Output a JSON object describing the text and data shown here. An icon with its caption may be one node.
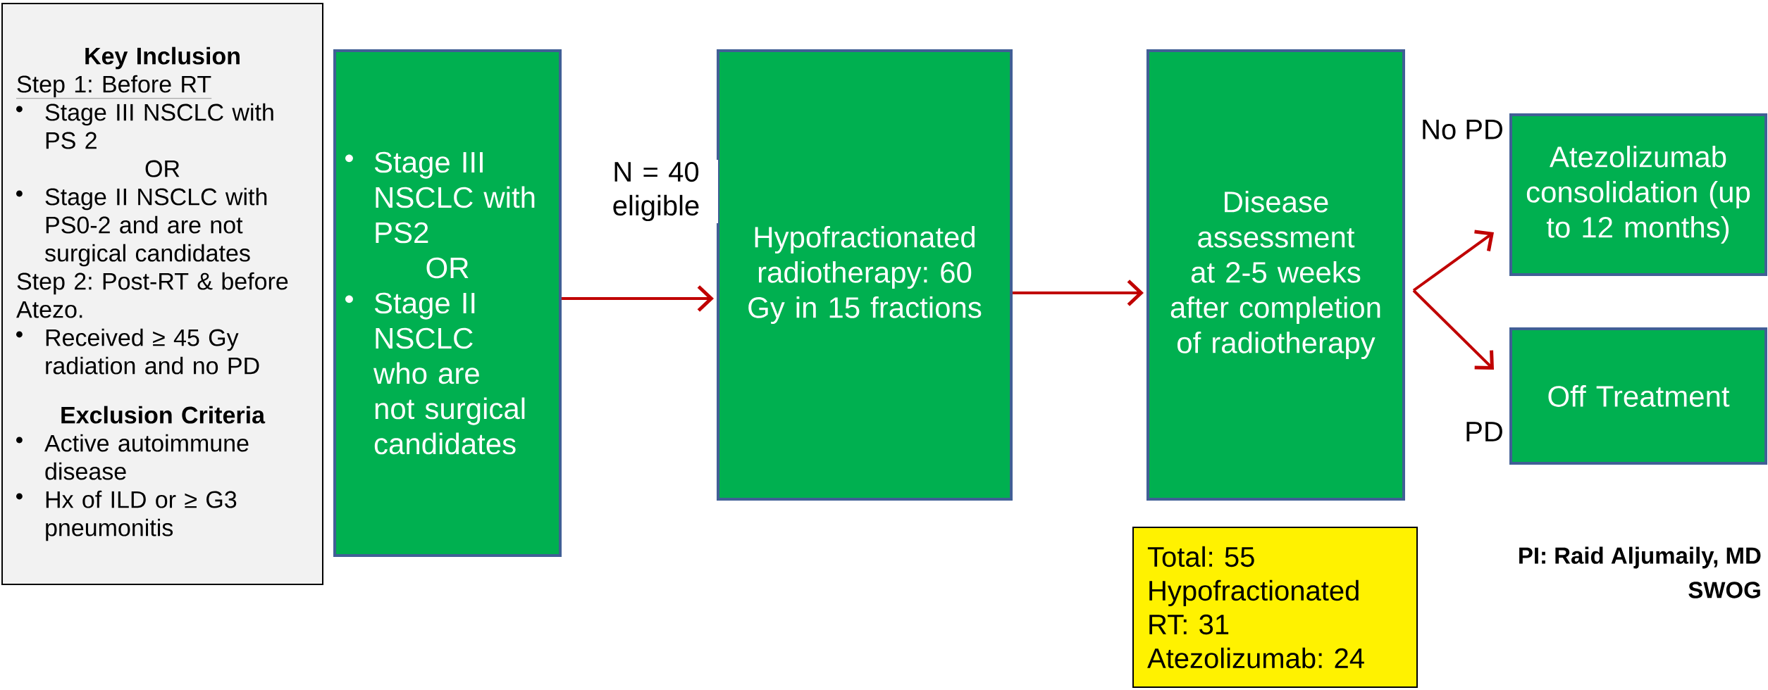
{
  "diagram": {
    "nodes": [
      {
        "text": [
          "Key Inclusion",
          "Step 1: Before RT",
          "Stage III NSCLC with PS 2",
          "OR",
          "Stage II NSCLC with PS0-2 and are not surgical candidates",
          "Step 2: Post-RT & before Atezo.",
          "Received ≥ 45 Gy radiation and no PD",
          "Exclusion Criteria",
          "Active autoimmune disease",
          "Hx of ILD or ≥ G3 pneumonitis"
        ]
      },
      {
        "text": [
          "Stage III NSCLC with PS2",
          "OR",
          "Stage II NSCLC who are not surgical candidates"
        ]
      },
      {
        "text": [
          "Hypofractionated radiotherapy: 60 Gy in 15 fractions"
        ]
      },
      {
        "text": [
          "Disease assessment at 2-5 weeks after completion of radiotherapy"
        ]
      },
      {
        "text": [
          "Atezolizumab consolidation (up to 12 months)"
        ]
      },
      {
        "text": [
          "Off Treatment"
        ]
      },
      {
        "text": [
          "Total: 55",
          "Hypofractionated RT: 31",
          "Atezolizumab: 24"
        ]
      }
    ],
    "edges": [
      {
        "from": 1,
        "to": 2,
        "arrow": "to",
        "label": "N = 40 eligible"
      },
      {
        "from": 2,
        "to": 3,
        "arrow": "to"
      },
      {
        "from": 3,
        "to": 4,
        "arrow": "to",
        "label": "No PD"
      },
      {
        "from": 3,
        "to": 5,
        "arrow": "to",
        "label": "PD"
      }
    ],
    "labels": [
      "PI: Raid Aljumaily, MD",
      "SWOG"
    ]
  }
}
